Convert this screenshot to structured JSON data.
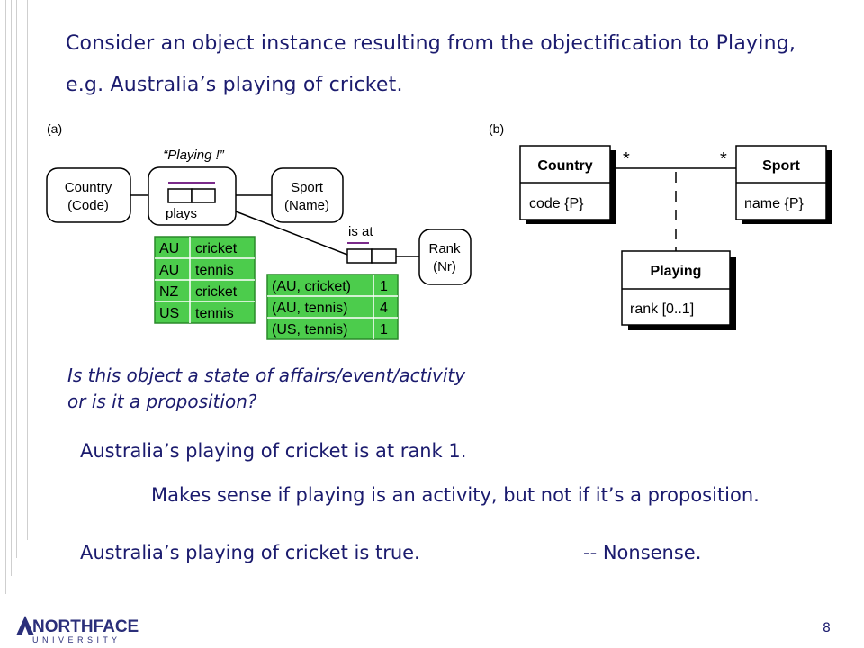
{
  "slide": {
    "title_line1": "Consider an object instance resulting from the objectification to Playing,",
    "title_line2": "e.g. Australia’s playing of cricket.",
    "question_line1": "Is this object a state of affairs/event/activity",
    "question_line2": "or is it a proposition?",
    "statement1": "Australia’s playing of cricket is at rank 1.",
    "comment1": "Makes sense if playing is an activity, but not if it’s a proposition.",
    "statement2": "Australia’s playing of cricket is true.",
    "comment2": "-- Nonsense.",
    "page_number": "8"
  },
  "diagram_a": {
    "label": "(a)",
    "objectification_label": "“Playing !”",
    "fact_type_label": "plays",
    "is_at_label": "is at",
    "country_name": "Country",
    "country_ref": "(Code)",
    "sport_name": "Sport",
    "sport_ref": "(Name)",
    "rank_name": "Rank",
    "rank_ref": "(Nr)",
    "plays_rows": [
      [
        "AU",
        "cricket"
      ],
      [
        "AU",
        "tennis"
      ],
      [
        "NZ",
        "cricket"
      ],
      [
        "US",
        "tennis"
      ]
    ],
    "rank_rows": [
      [
        "(AU, cricket)",
        "1"
      ],
      [
        "(AU, tennis)",
        "4"
      ],
      [
        "(US, tennis)",
        "1"
      ]
    ]
  },
  "diagram_b": {
    "label": "(b)",
    "country_class": "Country",
    "country_attr": "code {P}",
    "sport_class": "Sport",
    "sport_attr": "name {P}",
    "assoc_class": "Playing",
    "assoc_attr": "rank [0..1]",
    "mult_left": "*",
    "mult_right": "*"
  },
  "logo": {
    "brand": "NORTHFACE",
    "sub": "U N I V E R S I T Y"
  },
  "colors": {
    "text": "#1b1b6e",
    "table_green": "#4ccc4c",
    "constraint_purple": "#7a2a8a"
  }
}
